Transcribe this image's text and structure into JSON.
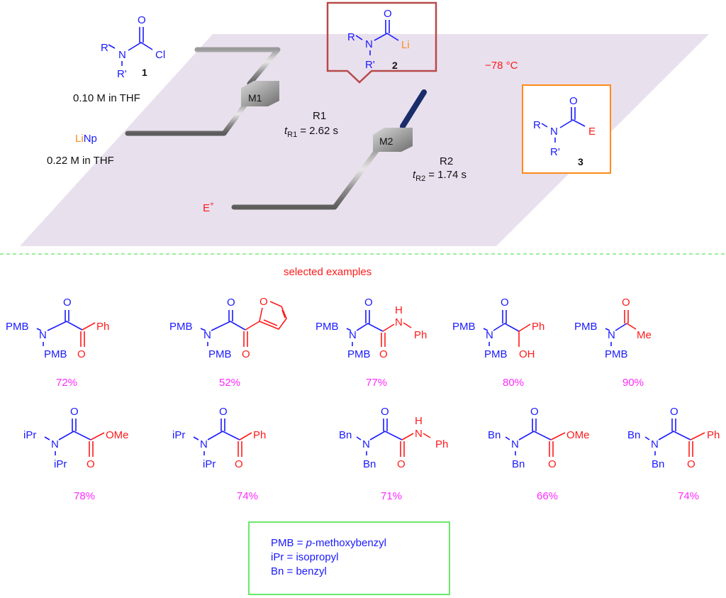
{
  "scheme": {
    "reagent1": {
      "label": "1",
      "substituents": {
        "R": "R",
        "R_prime": "R'",
        "N": "N",
        "O": "O",
        "leaving": "Cl"
      },
      "concentration": "0.10 M in THF"
    },
    "reagent_base": {
      "li": "Li",
      "np": "Np",
      "concentration": "0.22 M in THF"
    },
    "intermediate": {
      "label": "2",
      "substituents": {
        "R": "R",
        "R_prime": "R'",
        "N": "N",
        "O": "O",
        "metal": "Li"
      }
    },
    "product": {
      "label": "3",
      "substituents": {
        "R": "R",
        "R_prime": "R'",
        "N": "N",
        "O": "O",
        "E": "E"
      }
    },
    "temperature": "−78 °C",
    "mixers": [
      "M1",
      "M2"
    ],
    "reactor1": {
      "name": "R1",
      "t_symbol": "t",
      "t_sub": "R1",
      "value": "= 2.62 s"
    },
    "reactor2": {
      "name": "R2",
      "t_symbol": "t",
      "t_sub": "R2",
      "value": "= 1.74 s"
    },
    "electrophile": {
      "base": "E",
      "charge": "+"
    }
  },
  "examples": {
    "title": "selected examples",
    "items": [
      {
        "n1": "PMB",
        "n2": "PMB",
        "group": "Ph",
        "type": "ketoamide",
        "yield": "72%"
      },
      {
        "n1": "PMB",
        "n2": "PMB",
        "group": "2-furyl",
        "type": "ketoamide-furyl",
        "yield": "52%"
      },
      {
        "n1": "PMB",
        "n2": "PMB",
        "group": "Ph",
        "type": "oxamide",
        "nh": "H",
        "yield": "77%"
      },
      {
        "n1": "PMB",
        "n2": "PMB",
        "group": "Ph",
        "type": "hydroxy",
        "oh": "OH",
        "yield": "80%"
      },
      {
        "n1": "PMB",
        "n2": "PMB",
        "group": "Me",
        "type": "acetyl",
        "yield": "90%"
      },
      {
        "n1": "iPr",
        "n2": "iPr",
        "group": "OMe",
        "type": "ester",
        "yield": "78%"
      },
      {
        "n1": "iPr",
        "n2": "iPr",
        "group": "Ph",
        "type": "ketoamide",
        "yield": "74%"
      },
      {
        "n1": "Bn",
        "n2": "Bn",
        "group": "Ph",
        "type": "oxamide",
        "nh": "H",
        "yield": "71%"
      },
      {
        "n1": "Bn",
        "n2": "Bn",
        "group": "OMe",
        "type": "ester",
        "yield": "66%"
      },
      {
        "n1": "Bn",
        "n2": "Bn",
        "group": "Ph",
        "type": "ketoamide",
        "yield": "74%"
      }
    ]
  },
  "legend": {
    "lines": [
      {
        "abbr": "PMB = ",
        "italic": "p",
        "rest": "-methoxybenzyl"
      },
      {
        "abbr": "iPr = ",
        "italic": "",
        "rest": "isopropyl"
      },
      {
        "abbr": "Bn = ",
        "italic": "",
        "rest": "benzyl"
      }
    ]
  },
  "colors": {
    "blue": "#1a1aff",
    "red": "#ff1a1a",
    "orange": "#ff8a1a",
    "magenta": "#ff2aff",
    "plane": "#e9e0ee",
    "separator": "#5ee85e",
    "box_intermediate": "#b84a4a",
    "box_product": "#ff8a1a",
    "box_legend": "#3be03b"
  }
}
